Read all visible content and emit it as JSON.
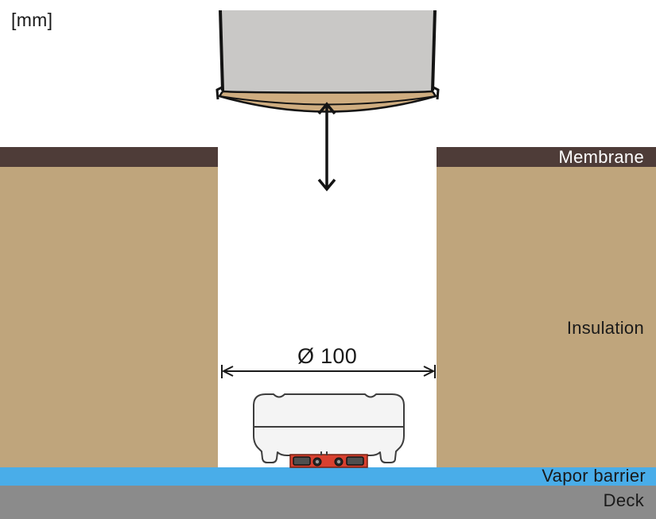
{
  "units_label": "[mm]",
  "layers": {
    "membrane": {
      "label": "Membrane"
    },
    "insulation": {
      "label": "Insulation"
    },
    "vapor_barrier": {
      "label": "Vapor barrier"
    },
    "deck": {
      "label": "Deck"
    }
  },
  "dimension": {
    "diameter_label": "Ø 100"
  },
  "icons": {
    "vertical_clearance_arrow": "up-down-arrow",
    "diameter_dimension_arrow": "left-right-arrow-with-ticks"
  },
  "colors": {
    "background": "#ffffff",
    "membrane": "#4e3c38",
    "membrane_text": "#ffffff",
    "insulation": "#bfa57c",
    "vapor_barrier": "#49ade9",
    "deck": "#8b8b8b",
    "drill_body": "#c9c8c6",
    "drill_disc": "#cfad80",
    "outline": "#141414",
    "arrow": "#141414",
    "text": "#1a1a1a",
    "sensor_body": "#f4f4f4",
    "sensor_outline": "#3d3d3d",
    "sensor_base": "#d8402f",
    "sensor_pad": "#4f4f4f"
  }
}
